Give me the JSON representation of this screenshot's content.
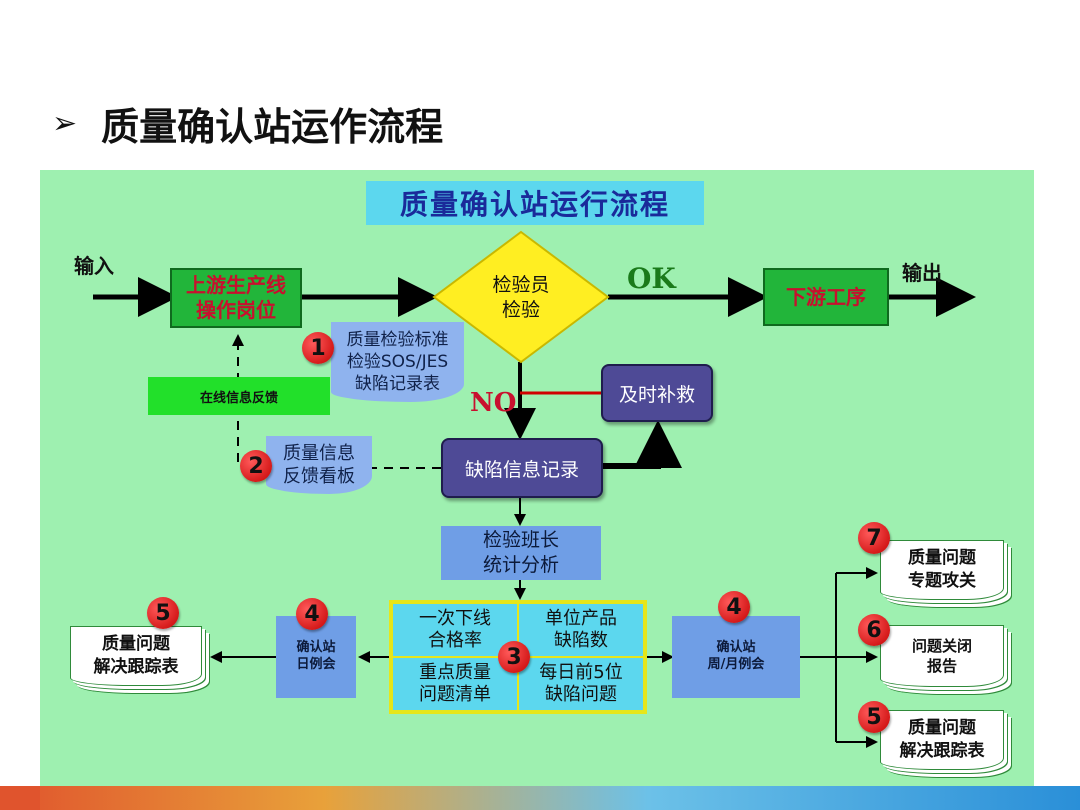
{
  "slide": {
    "title_marker": "➢",
    "title": "质量确认站运作流程"
  },
  "diagram": {
    "title": "质量确认站运行流程",
    "input_label": "输入",
    "output_label": "输出",
    "upstream": "上游生产线\n操作岗位",
    "inspector": "检验员\n检验",
    "ok_label": "OK",
    "no_label": "NO",
    "downstream": "下游工序",
    "standards_doc": "质量检验标准\n检验SOS/JES\n缺陷记录表",
    "online_feedback": "在线信息反馈",
    "remedy": "及时补救",
    "info_board": "质量信息\n反馈看板",
    "defect_record": "缺陷信息记录",
    "team_lead": "检验班长\n统计分析",
    "grid": {
      "top_left": "一次下线\n合格率",
      "top_right": "单位产品\n缺陷数",
      "bottom_left": "重点质量\n问题清单",
      "bottom_right": "每日前5位\n缺陷问题"
    },
    "daily_meeting": "确认站\n日例会",
    "weekly_meeting": "确认站\n周/月例会",
    "left_doc": "质量问题\n解决跟踪表",
    "right_docs": {
      "special": "质量问题\n专题攻关",
      "closure": "问题关闭\n报告",
      "tracking": "质量问题\n解决跟踪表"
    },
    "badges": {
      "b1": "1",
      "b2": "2",
      "b3": "3",
      "b4_left": "4",
      "b4_right": "4",
      "b5_left": "5",
      "b5_right": "5",
      "b6": "6",
      "b7": "7"
    },
    "colors": {
      "panel": "#9ef0b0",
      "title_bg": "#5cd7ee",
      "green_box": "#22b53a",
      "diamond": "#ffee22",
      "purple_box": "#4e4a96",
      "blue_box": "#6f9ee6",
      "badge": "#d40000"
    }
  }
}
